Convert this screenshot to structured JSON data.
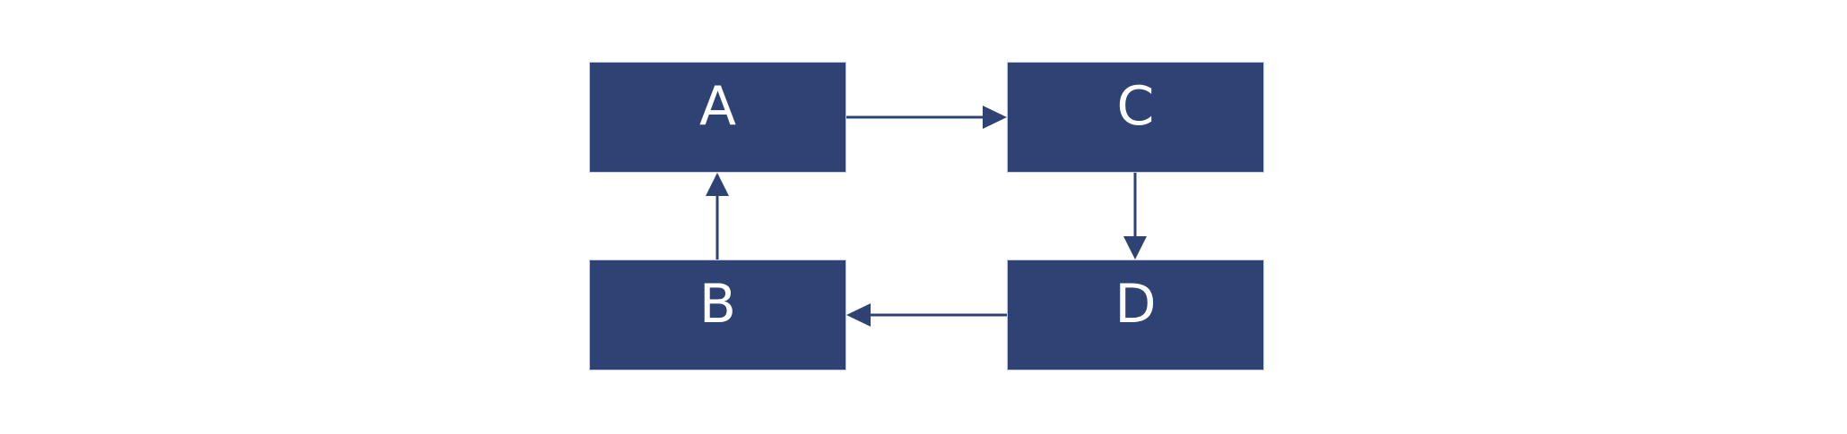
{
  "diagram": {
    "type": "flowchart-cycle",
    "background_color": "#ffffff",
    "colors": {
      "node_fill": "#2e4374",
      "node_rim": "#c6cde2",
      "node_text": "#ffffff",
      "edge": "#2e4374"
    },
    "nodes": [
      {
        "id": "A",
        "label": "A",
        "grid": "top-left"
      },
      {
        "id": "B",
        "label": "B",
        "grid": "bottom-left"
      },
      {
        "id": "C",
        "label": "C",
        "grid": "top-right"
      },
      {
        "id": "D",
        "label": "D",
        "grid": "bottom-right"
      }
    ],
    "edges": [
      {
        "from": "A",
        "to": "C",
        "direction": "right"
      },
      {
        "from": "C",
        "to": "D",
        "direction": "down"
      },
      {
        "from": "D",
        "to": "B",
        "direction": "left"
      },
      {
        "from": "B",
        "to": "A",
        "direction": "up"
      }
    ]
  }
}
